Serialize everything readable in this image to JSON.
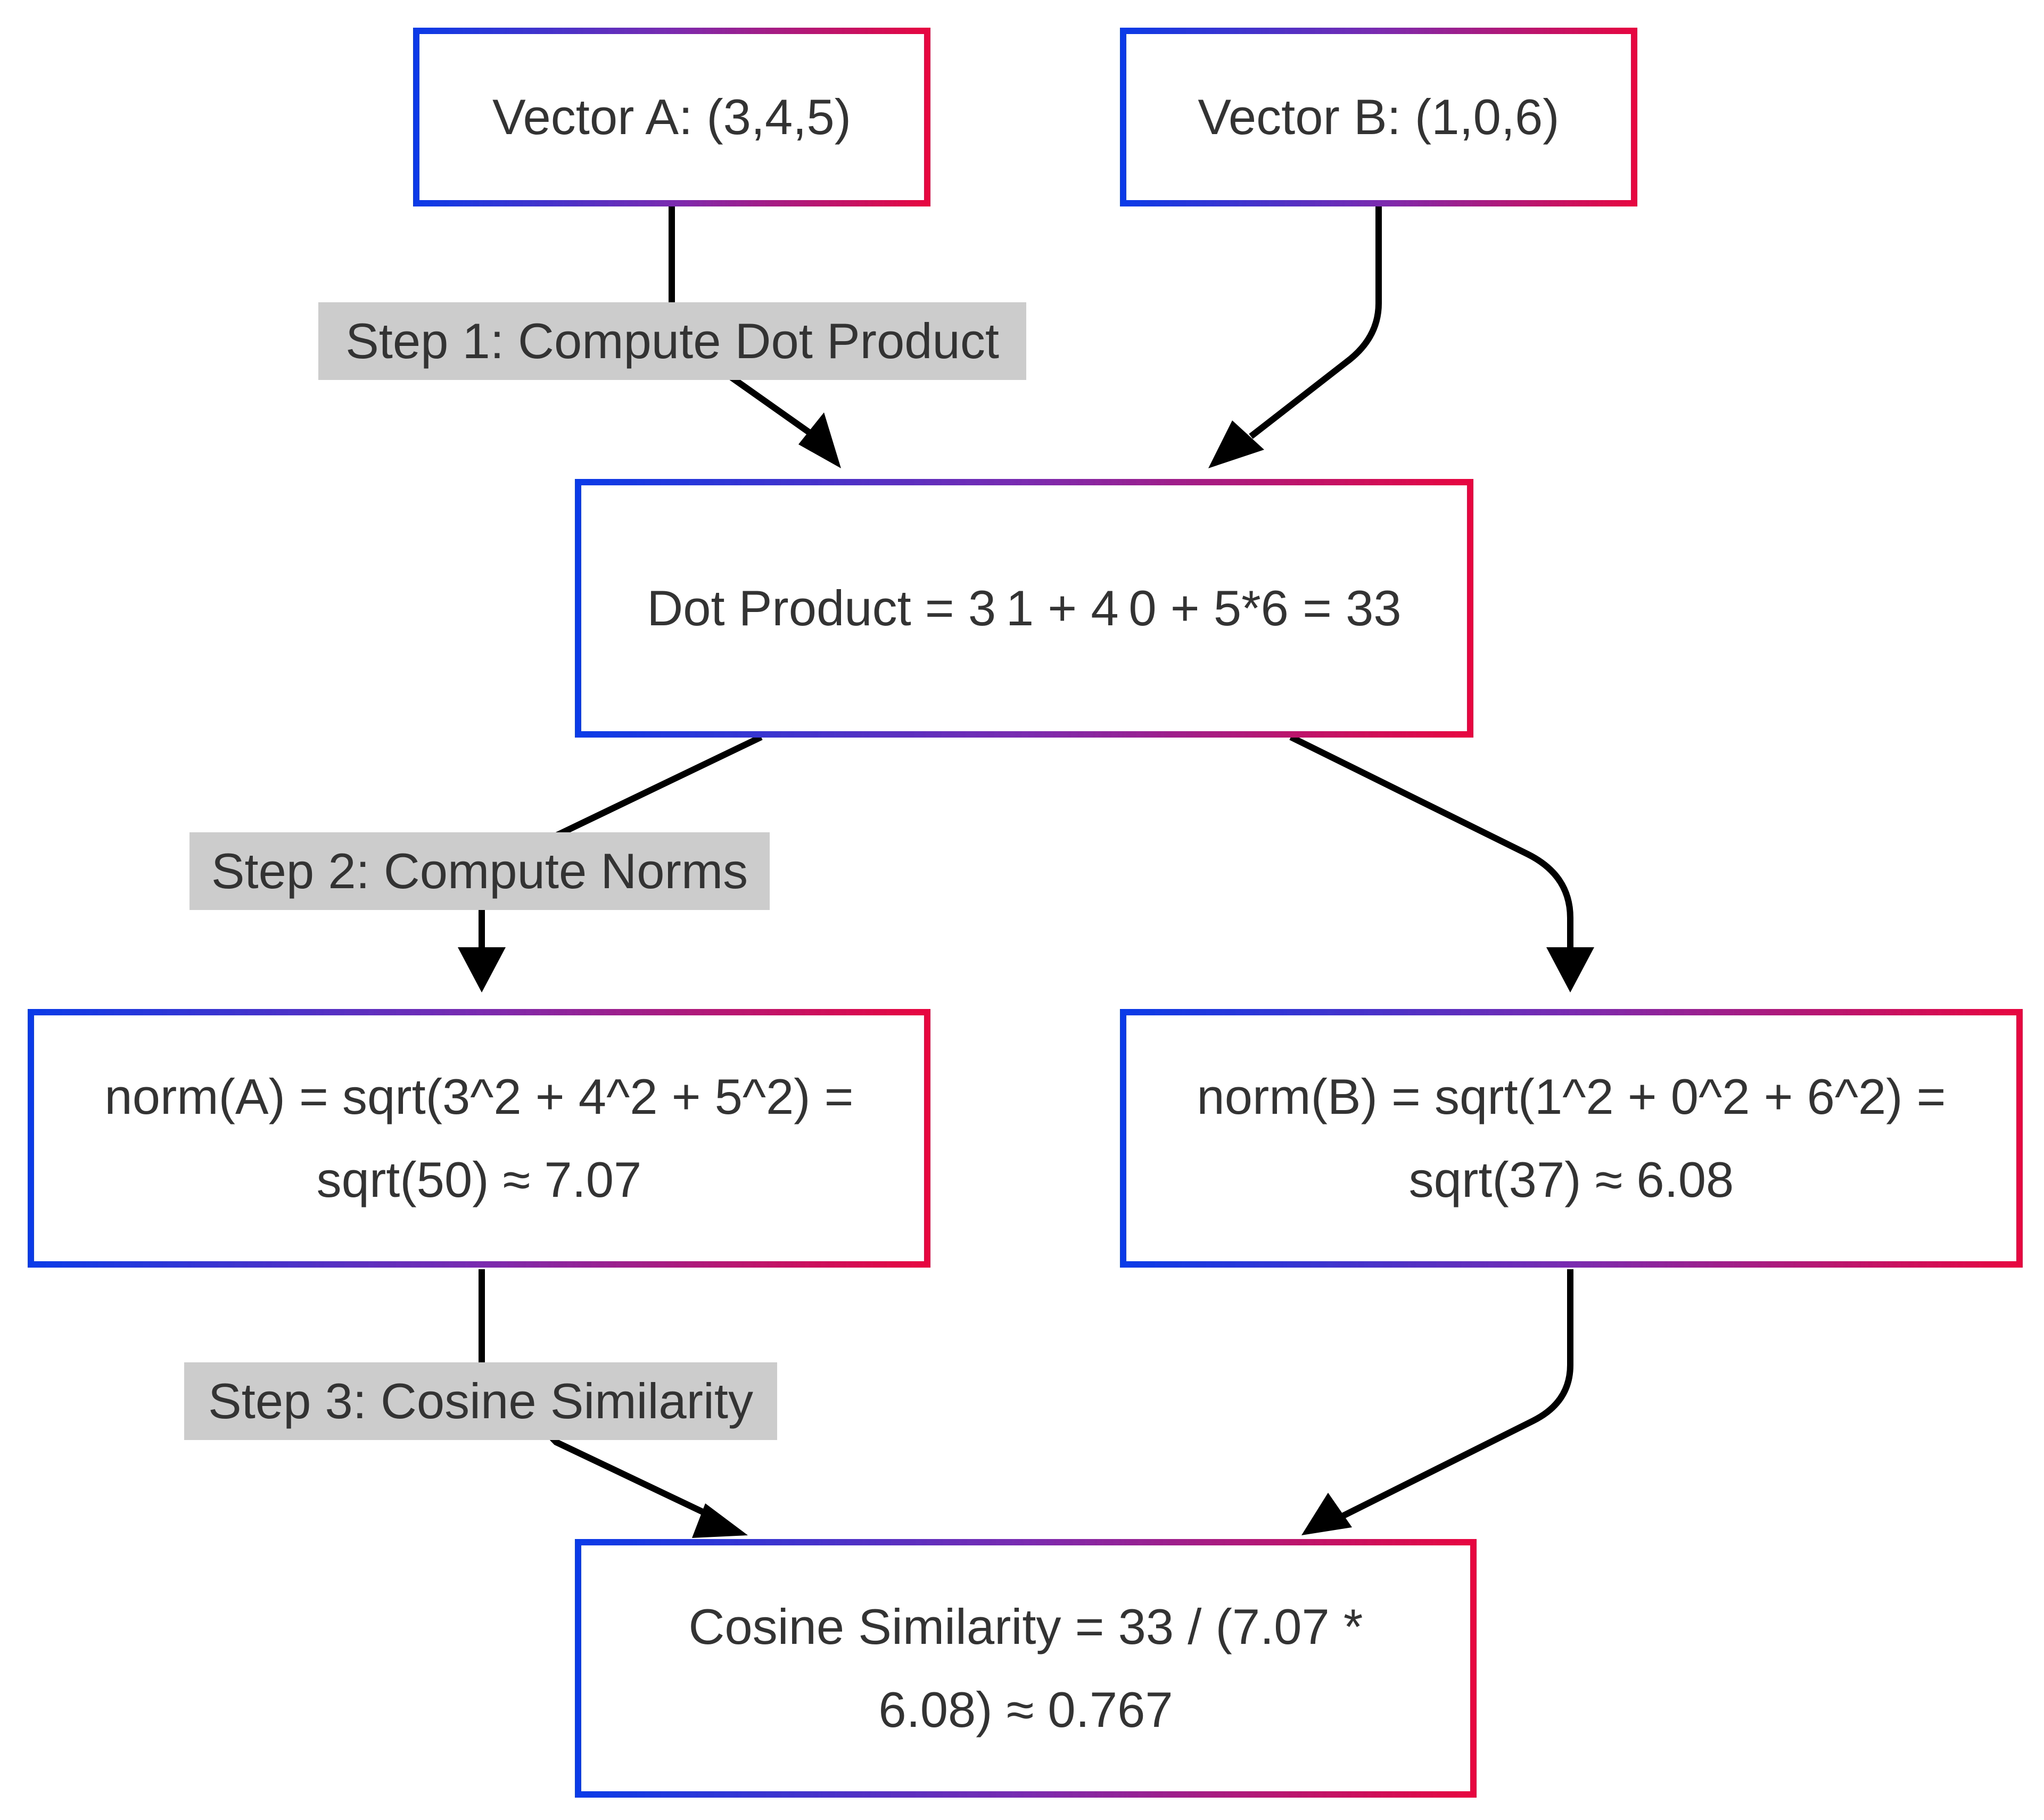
{
  "colors": {
    "border_start": "#0a3be8",
    "border_mid": "#7a2bb0",
    "border_end": "#e8063f",
    "edge": "#000000",
    "label_bg": "#cccccc",
    "text": "#333333"
  },
  "nodes": {
    "vector_a": "Vector A: (3,4,5)",
    "vector_b": "Vector B: (1,0,6)",
    "dot_product": "Dot Product = 3 1 + 4 0 + 5*6 = 33",
    "norm_a": "norm(A) = sqrt(3^2 + 4^2 + 5^2) = sqrt(50) ≈ 7.07",
    "norm_b": "norm(B) = sqrt(1^2 + 0^2 + 6^2) = sqrt(37) ≈ 6.08",
    "cosine": "Cosine Similarity = 33 / (7.07 * 6.08) ≈ 0.767"
  },
  "edge_labels": {
    "step1": "Step 1: Compute Dot Product",
    "step2": "Step 2: Compute Norms",
    "step3": "Step 3: Cosine Similarity"
  }
}
